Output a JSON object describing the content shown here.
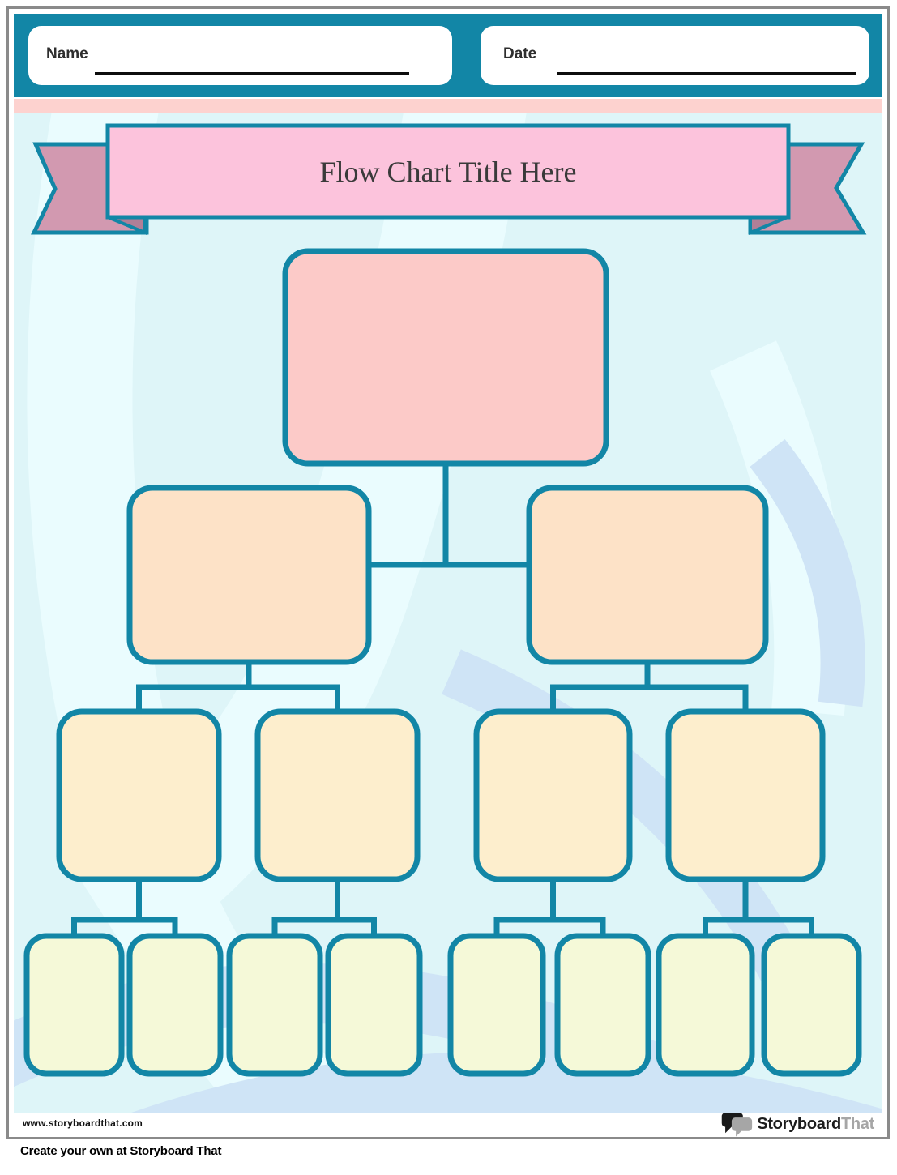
{
  "header": {
    "name_label": "Name",
    "date_label": "Date"
  },
  "banner": {
    "title": "Flow Chart Title Here"
  },
  "flowchart": {
    "type": "blank-flow-chart-template",
    "levels": [
      {
        "level": 1,
        "node_count": 1,
        "fill": "#fccac8"
      },
      {
        "level": 2,
        "node_count": 2,
        "fill": "#fde2c7"
      },
      {
        "level": 3,
        "node_count": 4,
        "fill": "#fdeecd"
      },
      {
        "level": 4,
        "node_count": 8,
        "fill": "#f5f9d8"
      }
    ]
  },
  "footer": {
    "website": "www.storyboardthat.com",
    "logo": {
      "icon": "speech-bubbles-icon",
      "primary": "Storyboard",
      "secondary": "That"
    }
  },
  "caption": "Create your own at Storyboard That",
  "colors": {
    "teal": "#1286a6",
    "page_border": "#8a8a8a",
    "header_bar": "#1286a6",
    "pink_strip": "#fdd2cf",
    "banner_pink": "#fcc3dc",
    "ribbon_mauve": "#d299b0",
    "ribbon_fold": "#b07f97",
    "background": "#def5f8",
    "swoosh_blue": "#cfe4f6",
    "swoosh_light": "#eafcfe",
    "title_text": "#3a3a3a",
    "level1_fill": "#fccac8",
    "level2_fill": "#fde2c7",
    "level3_fill": "#fdeecd",
    "level4_fill": "#f5f9d8"
  }
}
